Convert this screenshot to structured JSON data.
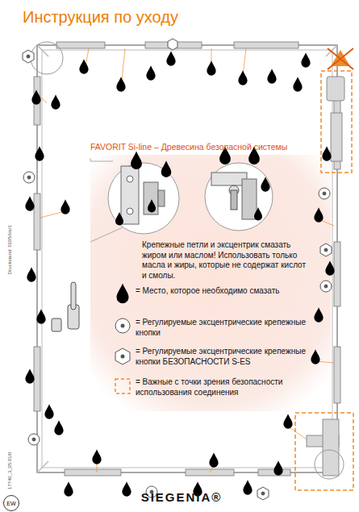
{
  "diagram": {
    "title": "Инструкция по уходу",
    "nodes": [
      {
        "text": [
          "EW"
        ]
      }
    ],
    "labels": [
      "FAVORIT Si-line – Древесина безопасной системы",
      "Крепежные петли и эксцентрик смазать жиром или маслом! Использовать только масла и жиры, которые не содержат кислот и смолы.",
      "Druckstand: 0105/Hs/1",
      "17740_3_05.01/0",
      "SIEGENIA®"
    ],
    "legend": [
      {
        "text": "= Место, которое необходимо смазать"
      },
      {
        "text": "= Регулируемые эксцентрические крепежные кнопки"
      },
      {
        "text": "= Регулируемые эксцентрические крепежные кнопки БЕЗОПАСНОСТИ S-ES"
      },
      {
        "text": "= Важные с точки зрения безопасности использования соединения"
      }
    ]
  }
}
